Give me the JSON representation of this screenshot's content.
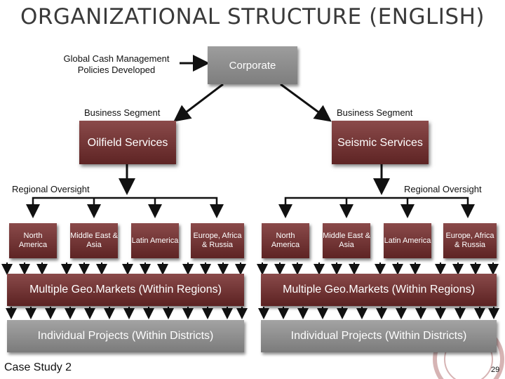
{
  "title": "ORGANIZATIONAL STRUCTURE (ENGLISH)",
  "note": "Global Cash Management Policies Developed",
  "corporate": "Corporate",
  "left": {
    "segment_label": "Business Segment",
    "service": "Oilfield Services",
    "oversight_label": "Regional Oversight",
    "regions": [
      "North America",
      "Middle East & Asia",
      "Latin America",
      "Europe, Africa & Russia"
    ],
    "geo": "Multiple Geo.Markets (Within Regions)",
    "projects": "Individual Projects (Within Districts)"
  },
  "right": {
    "segment_label": "Business Segment",
    "service": "Seismic Services",
    "oversight_label": "Regional Oversight",
    "regions": [
      "North America",
      "Middle East & Asia",
      "Latin America",
      "Europe, Africa & Russia"
    ],
    "geo": "Multiple Geo.Markets (Within Regions)",
    "projects": "Individual Projects (Within Districts)"
  },
  "footer": {
    "case": "Case Study 2",
    "page": "29"
  },
  "colors": {
    "maroon": "#6e3030",
    "gray": "#8c8c8c"
  }
}
